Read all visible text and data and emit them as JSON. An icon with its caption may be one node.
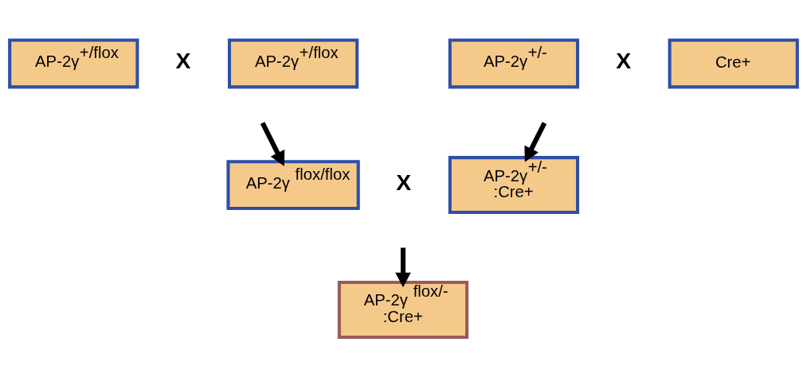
{
  "diagram": {
    "nodes": [
      {
        "text": [
          "AP-2γ$^{+/flox}$"
        ]
      },
      {
        "text": [
          "AP-2γ$^{+/flox}$"
        ]
      },
      {
        "text": [
          "AP-2γ$^{+/-}$"
        ]
      },
      {
        "text": [
          "Cre+"
        ]
      },
      {
        "text": [
          "AP-2γ $^{flox/flox}$"
        ]
      },
      {
        "text": [
          "AP-2γ$^{+/-}$ :Cre+"
        ]
      },
      {
        "text": [
          "AP-2γ $^{flox/-}$ :Cre+"
        ]
      }
    ],
    "edges": [
      {
        "from": null,
        "to": 4,
        "arrow": "to"
      },
      {
        "from": null,
        "to": 5,
        "arrow": "to"
      },
      {
        "from": null,
        "to": 6,
        "arrow": "to"
      }
    ],
    "labels": [
      "X",
      "X",
      "X"
    ]
  }
}
